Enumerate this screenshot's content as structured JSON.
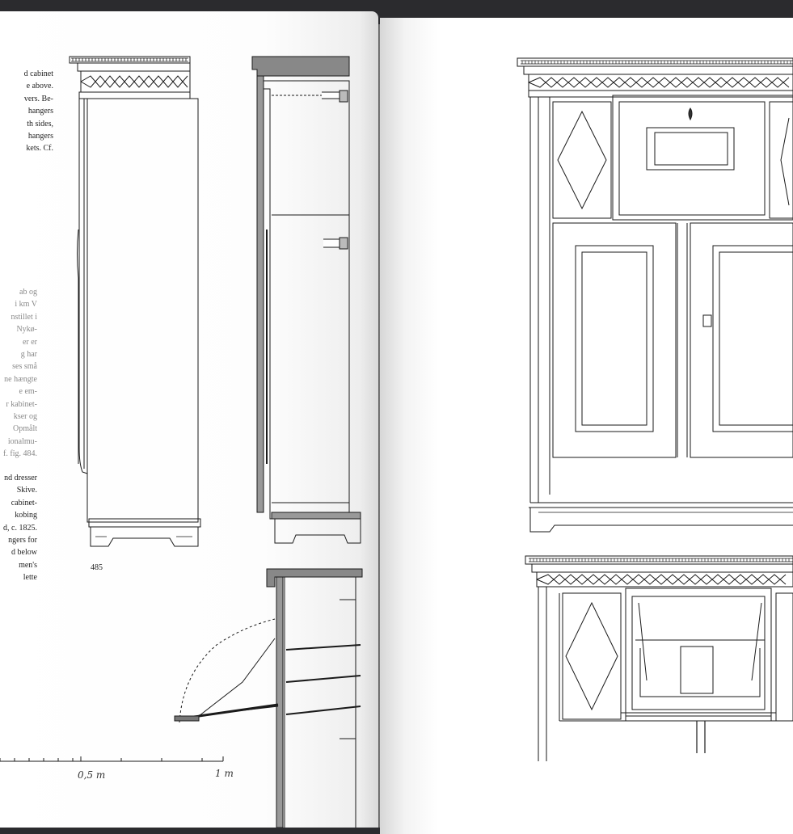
{
  "left_page": {
    "caption_en_top": [
      "d cabinet",
      "e above.",
      "vers. Be-",
      "hangers",
      "th sides,",
      "hangers",
      "kets. Cf."
    ],
    "caption_dk": [
      "ab og",
      "i km V",
      "nstillet i",
      "Nykø-",
      "er er",
      "g har",
      "ses små",
      "ne hængte",
      "e em-",
      "r kabinet-",
      "kser og",
      "Opmålt",
      "ionalmu-",
      "f. fig. 484."
    ],
    "caption_en_bottom": [
      "nd dresser",
      "Skive.",
      "cabinet-",
      "kobing",
      "d, c. 1825.",
      "ngers for",
      "d below",
      "men's",
      "lette"
    ],
    "figure_number": "485",
    "scale": {
      "half": "0,5 m",
      "full": "1 m"
    }
  }
}
